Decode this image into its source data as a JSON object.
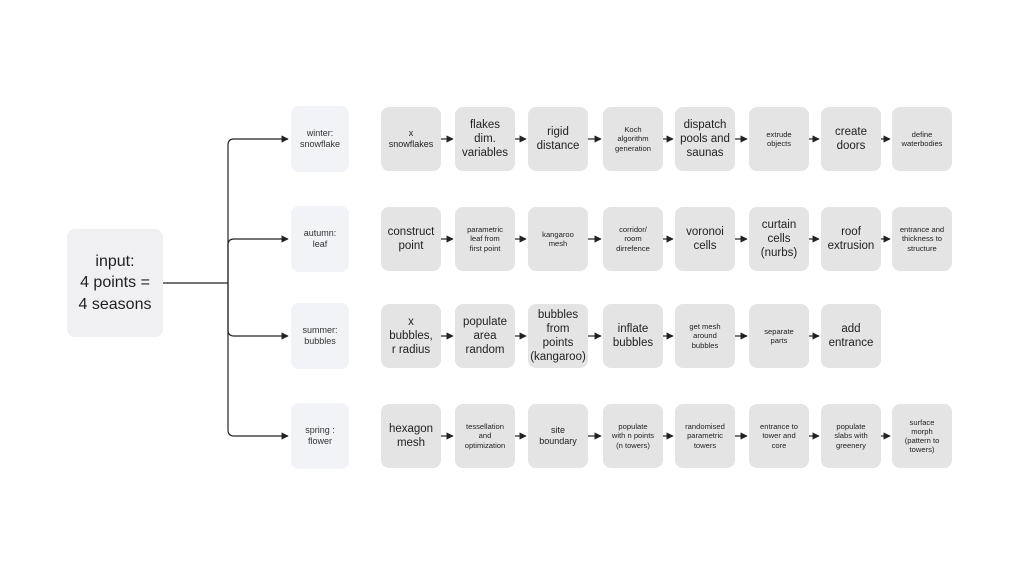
{
  "input": {
    "label": "input:\n4 points =\n4 seasons"
  },
  "rows": [
    {
      "season": "winter:\nsnowflake",
      "steps": [
        {
          "label": "x\nsnowflakes",
          "size": "m"
        },
        {
          "label": "flakes\ndim.\nvariables",
          "size": "l"
        },
        {
          "label": "rigid\ndistance",
          "size": "l"
        },
        {
          "label": "Koch\nalgorithm\ngeneration",
          "size": "s"
        },
        {
          "label": "dispatch\npools and\nsaunas",
          "size": "l"
        },
        {
          "label": "extrude\nobjects",
          "size": "s"
        },
        {
          "label": "create\ndoors",
          "size": "l"
        },
        {
          "label": "define\nwaterbodies",
          "size": "s"
        }
      ]
    },
    {
      "season": "autumn:\nleaf",
      "steps": [
        {
          "label": "construct\npoint",
          "size": "l"
        },
        {
          "label": "parametric\nleaf from\nfirst point",
          "size": "s"
        },
        {
          "label": "kangaroo\nmesh",
          "size": "s"
        },
        {
          "label": "corridor/\nroom\ndirrefence",
          "size": "s"
        },
        {
          "label": "voronoi\ncells",
          "size": "l"
        },
        {
          "label": "curtain\ncells\n(nurbs)",
          "size": "l"
        },
        {
          "label": "roof\nextrusion",
          "size": "l"
        },
        {
          "label": "entrance and\nthickness to\nstructure",
          "size": "s"
        }
      ]
    },
    {
      "season": "summer:\nbubbles",
      "steps": [
        {
          "label": "x\nbubbles,\nr radius",
          "size": "l"
        },
        {
          "label": "populate\narea\nrandom",
          "size": "l"
        },
        {
          "label": "bubbles\nfrom\npoints\n(kangaroo)",
          "size": "l"
        },
        {
          "label": "inflate\nbubbles",
          "size": "l"
        },
        {
          "label": "get mesh\naround\nbubbles",
          "size": "s"
        },
        {
          "label": "separate\nparts",
          "size": "s"
        },
        {
          "label": "add\nentrance",
          "size": "l"
        }
      ]
    },
    {
      "season": "spring :\nflower",
      "steps": [
        {
          "label": "hexagon\nmesh",
          "size": "l"
        },
        {
          "label": "tessellation\nand\noptimization",
          "size": "s"
        },
        {
          "label": "site\nboundary",
          "size": "m"
        },
        {
          "label": "populate\nwith n points\n(n towers)",
          "size": "s"
        },
        {
          "label": "randomised\nparametric\ntowers",
          "size": "s"
        },
        {
          "label": "entrance to\ntower and\ncore",
          "size": "s"
        },
        {
          "label": "populate\nslabs with\ngreenery",
          "size": "s"
        },
        {
          "label": "surface\nmorph\n(pattern to\ntowers)",
          "size": "s"
        }
      ]
    }
  ]
}
